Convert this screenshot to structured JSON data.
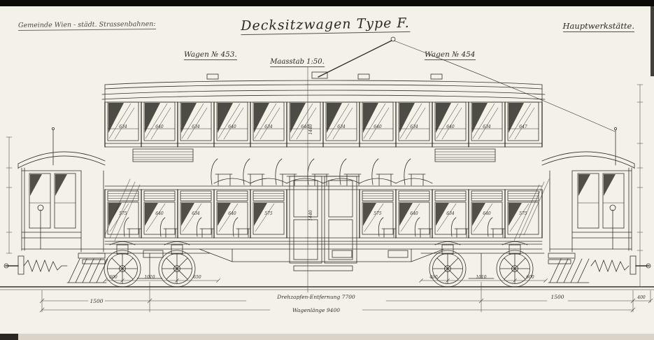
{
  "canvas": {
    "paper": "#f4f1e9",
    "ink": "#2b2821"
  },
  "header": {
    "left": "Gemeinde Wien - städt. Strassenbahnen:",
    "title": "Decksitzwagen Type F.",
    "right": "Hauptwerkstätte."
  },
  "subheader": {
    "wagon_left": "Wagen № 453.",
    "scale": "Maasstab 1:50.",
    "wagon_right": "Wagen № 454"
  },
  "dims": {
    "upper_windows": [
      "634",
      "640",
      "634",
      "640",
      "634",
      "640",
      "634",
      "640",
      "634",
      "640",
      "634",
      "647"
    ],
    "lower_windows": [
      "575",
      "640",
      "634",
      "640",
      "575",
      "575",
      "640",
      "634",
      "640",
      "575"
    ],
    "center_heights": [
      "1440",
      "1440"
    ],
    "bogie_left": [
      "600",
      "1010",
      "650"
    ],
    "bogie_right": [
      "400",
      "1010",
      "600"
    ],
    "left_overhang": "1500",
    "pivot_distance": "Drehzapfen-Entfernung  7700",
    "right_overhang": "1500",
    "buffer": "400",
    "total_length": "Wagenlänge  9400"
  }
}
